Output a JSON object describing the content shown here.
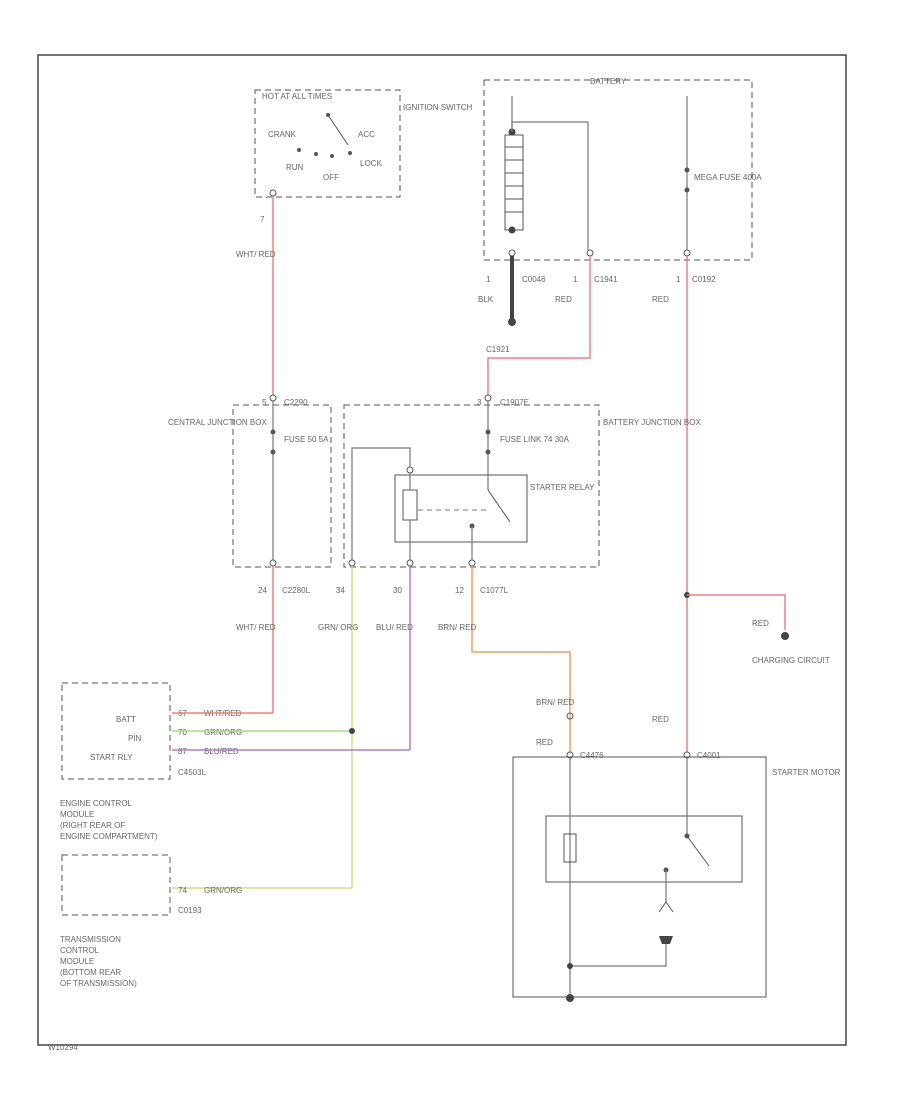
{
  "colors": {
    "red": "#f08080",
    "orange": "#f0a060",
    "green": "#a4e070",
    "violet": "#b47ad8",
    "yellow_green": "#d0e080",
    "gray": "#777777"
  },
  "ignition": {
    "title": "HOT AT ALL TIMES",
    "name": "IGNITION SWITCH",
    "crank": "CRANK",
    "acc": "ACC",
    "run": "RUN",
    "off": "OFF",
    "lock": "LOCK",
    "pin": "7"
  },
  "battery": {
    "title": "BATTERY",
    "fuse": "MEGA FUSE 400A",
    "pin_c0046": "1",
    "pin_c1941": "1",
    "pin_c0192": "1",
    "conn_c0046": "C0046",
    "conn_c1941": "C1941",
    "conn_c0192": "C0192"
  },
  "wires": {
    "wht_red": "WHT/ RED",
    "blk": "BLK",
    "red_a": "RED",
    "red_b": "RED",
    "red_charging": "RED",
    "red_starter": "RED",
    "grn_org": "GRN/ ORG",
    "blu_red": "BLU/ RED",
    "brn_red": "BRN/ RED",
    "brn_red_2": "BRN/ RED",
    "wht_red_2": "WHT/ RED",
    "red_s": "RED"
  },
  "cjb": {
    "name": "CENTRAL JUNCTION BOX",
    "conn_top": "C2290",
    "pin_top": "5",
    "fuse": "FUSE 50 5A",
    "conn_bot": "C2280L",
    "pin_bot": "24"
  },
  "bjb": {
    "name": "BATTERY JUNCTION BOX",
    "conn_top": "C1907E",
    "pin_top": "3",
    "fuse": "FUSE LINK 74 30A",
    "relay": "STARTER RELAY",
    "pin_a": "34",
    "pin_b": "30",
    "pin_c": "12",
    "conn_bot": "C1077L",
    "splice": "C1921"
  },
  "ecm": {
    "batt": "BATT",
    "pin": "PIN",
    "start": "START RLY",
    "pin_batt": "67",
    "pin_pin": "70",
    "pin_start": "87",
    "wire_batt": "WHT/RED",
    "wire_pin": "GRN/ORG",
    "wire_start": "BLU/RED",
    "conn": "C4503L",
    "name_1": "ENGINE CONTROL",
    "name_2": "MODULE",
    "name_3": "(RIGHT REAR OF",
    "name_4": "ENGINE COMPARTMENT)"
  },
  "tcm": {
    "pin": "74",
    "wire": "GRN/ORG",
    "conn": "C0193",
    "name_1": "TRANSMISSION",
    "name_2": "CONTROL",
    "name_3": "MODULE",
    "name_4": "(BOTTOM REAR",
    "name_5": "OF TRANSMISSION)"
  },
  "charging": {
    "label": "CHARGING CIRCUIT"
  },
  "starter": {
    "name": "STARTER MOTOR",
    "conn_s": "C4476",
    "conn_b": "C4001"
  },
  "footer": {
    "code": "W10294"
  }
}
